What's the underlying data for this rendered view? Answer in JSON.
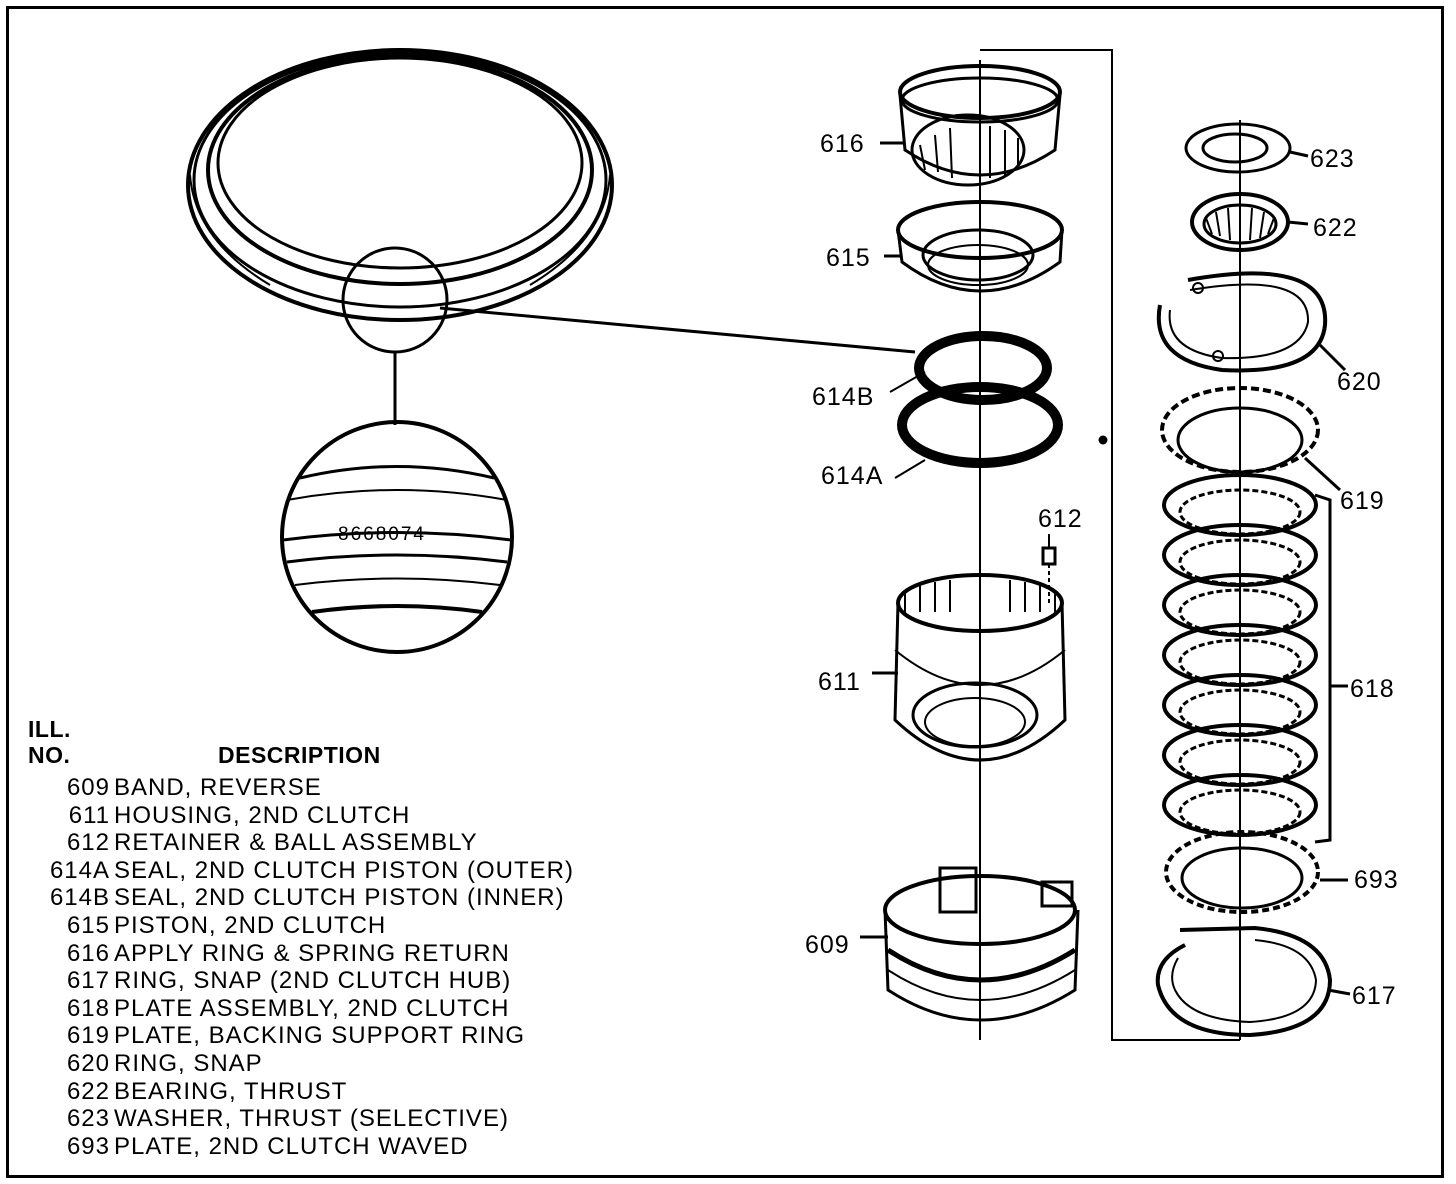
{
  "diagram": {
    "seal_number": "8668074",
    "callouts": {
      "c616": "616",
      "c615": "615",
      "c614B": "614B",
      "c614A": "614A",
      "c612": "612",
      "c611": "611",
      "c609": "609",
      "c623": "623",
      "c622": "622",
      "c620": "620",
      "c619": "619",
      "c618": "618",
      "c693": "693",
      "c617": "617"
    }
  },
  "legend": {
    "header_ill": "ILL.",
    "header_no": "NO.",
    "header_description": "DESCRIPTION",
    "rows": [
      {
        "no": "609",
        "desc": "BAND, REVERSE"
      },
      {
        "no": "611",
        "desc": "HOUSING, 2ND CLUTCH"
      },
      {
        "no": "612",
        "desc": "RETAINER & BALL ASSEMBLY"
      },
      {
        "no": "614A",
        "desc": "SEAL, 2ND CLUTCH PISTON (OUTER)"
      },
      {
        "no": "614B",
        "desc": "SEAL, 2ND CLUTCH PISTON (INNER)"
      },
      {
        "no": "615",
        "desc": "PISTON, 2ND CLUTCH"
      },
      {
        "no": "616",
        "desc": "APPLY RING & SPRING RETURN"
      },
      {
        "no": "617",
        "desc": "RING, SNAP (2ND CLUTCH HUB)"
      },
      {
        "no": "618",
        "desc": "PLATE ASSEMBLY, 2ND CLUTCH"
      },
      {
        "no": "619",
        "desc": "PLATE, BACKING SUPPORT RING"
      },
      {
        "no": "620",
        "desc": "RING, SNAP"
      },
      {
        "no": "622",
        "desc": "BEARING, THRUST"
      },
      {
        "no": "623",
        "desc": "WASHER, THRUST (SELECTIVE)"
      },
      {
        "no": "693",
        "desc": "PLATE, 2ND CLUTCH WAVED"
      }
    ]
  }
}
